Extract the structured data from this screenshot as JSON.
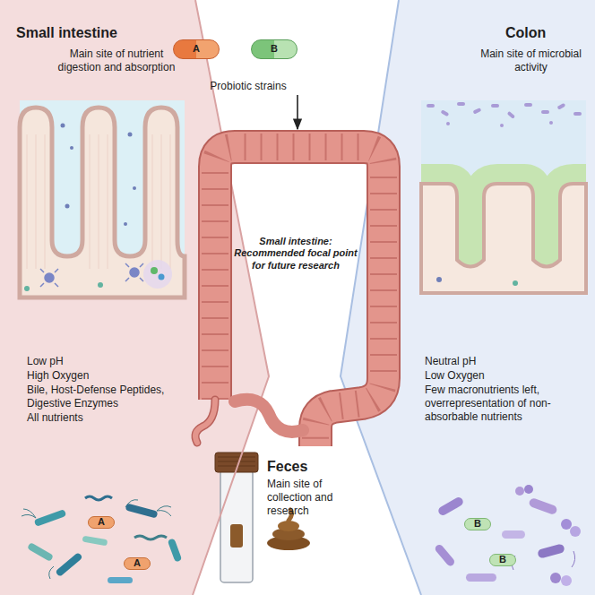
{
  "diagram": {
    "nodes": [
      {
        "text": [
          "Small intestine",
          "Main site of nutrient digestion and absorption"
        ]
      },
      {
        "text": [
          "Probiotic strains"
        ]
      },
      {
        "text": [
          "A"
        ],
        "in": 1
      },
      {
        "text": [
          "B"
        ],
        "in": 1
      },
      {
        "text": [
          "Colon",
          "Main site of microbial activity"
        ]
      },
      {
        "text": [
          "Small intestine: Recommended focal point for future research"
        ]
      },
      {
        "text": [
          "A"
        ],
        "in": 0
      },
      {
        "text": [
          "A"
        ],
        "in": 0
      },
      {
        "text": [
          "B"
        ],
        "in": 4
      },
      {
        "text": [
          "B"
        ],
        "in": 4
      }
    ],
    "edges": [
      {
        "from": 1,
        "to": 5,
        "arrow": "to"
      }
    ],
    "labels": [
      "Low pH",
      "High Oxygen",
      "Bile, Host-Defense Peptides, Digestive Enzymes",
      "All nutrients",
      "Neutral pH",
      "Low Oxygen",
      "Few macronutrients left, overrepresentation of non-absorbable nutrients",
      "Feces",
      "Main site of collection and research"
    ]
  }
}
